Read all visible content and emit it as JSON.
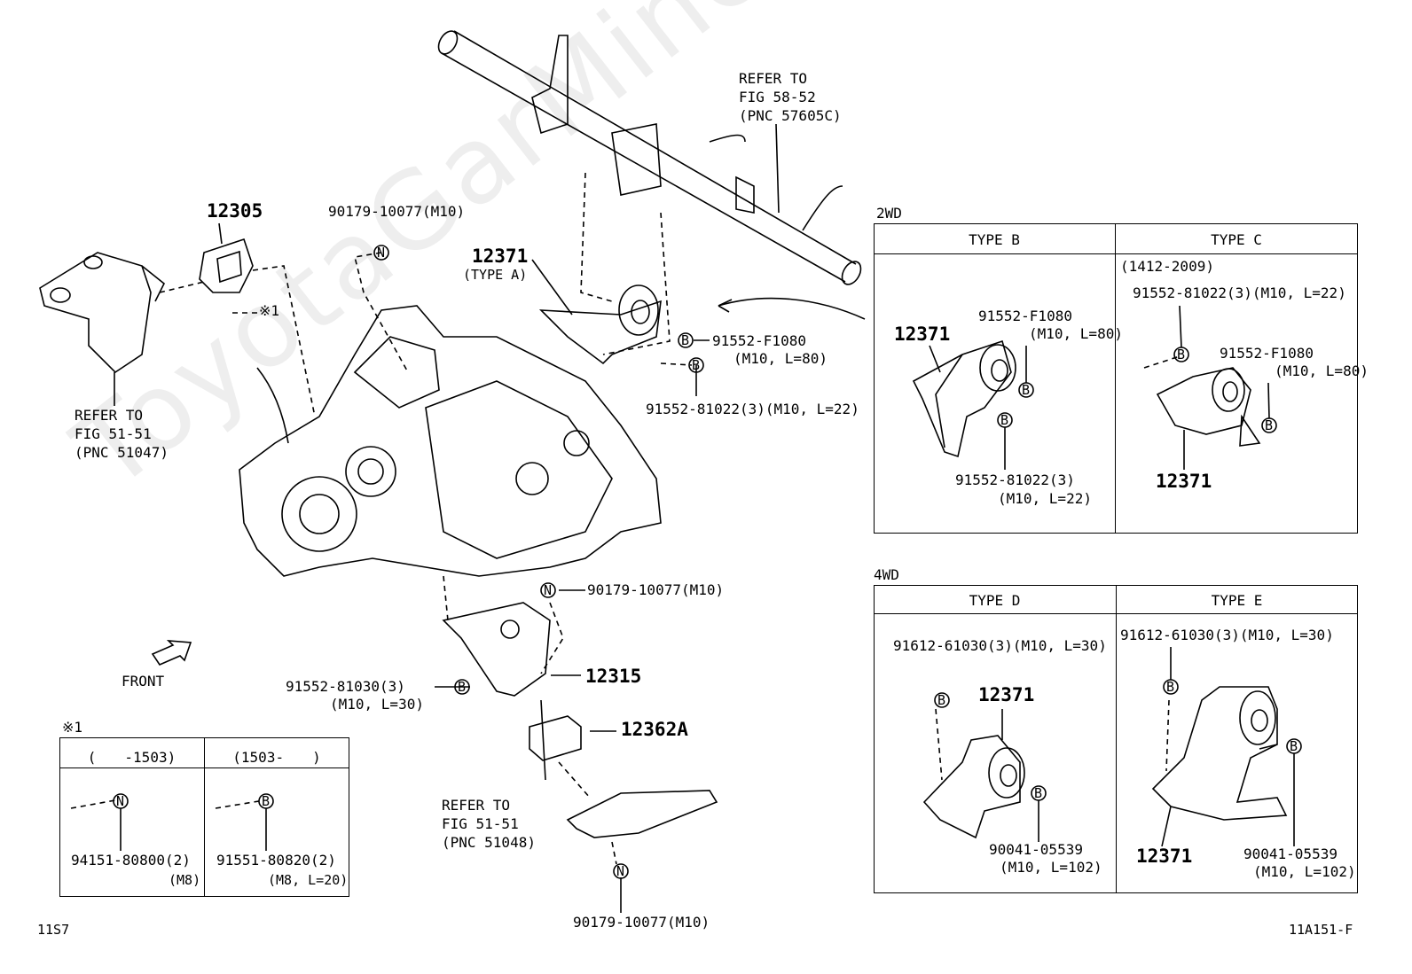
{
  "watermark": "ToyotaGarMine.ru",
  "labels": {
    "refer_58_52": [
      "REFER TO",
      "FIG 58-52",
      "(PNC 57605C)"
    ],
    "refer_51_51_left": [
      "REFER TO",
      "FIG 51-51",
      "(PNC 51047)"
    ],
    "refer_51_51_bottom": [
      "REFER TO",
      "FIG 51-51",
      "(PNC 51048)"
    ],
    "p12305": "12305",
    "p90179_top": "90179-10077(M10)",
    "p12371_main": "12371",
    "type_a": "(TYPE A)",
    "p91552_f1080_main": "91552-F1080",
    "p91552_f1080_main_spec": "(M10, L=80)",
    "p91552_81022_main": "91552-81022(3)(M10, L=22)",
    "note_mark": "※1",
    "p90179_mid": "90179-10077(M10)",
    "p91552_81030": "91552-81030(3)",
    "p91552_81030_spec": "(M10, L=30)",
    "p12315": "12315",
    "p12362a": "12362A",
    "p90179_bottom": "90179-10077(M10)",
    "front": "FRONT",
    "code_left": "11S7",
    "code_right": "11A151-F"
  },
  "note_table": {
    "title": "※1",
    "col1_header": "(　　-1503)",
    "col2_header": "(1503-　　)",
    "col1_part": "94151-80800(2)",
    "col1_spec": "(M8)",
    "col2_part": "91551-80820(2)",
    "col2_spec": "(M8, L=20)"
  },
  "table_2wd": {
    "title": "2WD",
    "type_b": {
      "header": "TYPE B",
      "part_12371": "12371",
      "bolt1": "91552-F1080",
      "bolt1_spec": "(M10, L=80)",
      "bolt2": "91552-81022(3)",
      "bolt2_spec": "(M10, L=22)"
    },
    "type_c": {
      "header": "TYPE C",
      "range": "(1412-2009)",
      "bolt1": "91552-81022(3)(M10, L=22)",
      "bolt2": "91552-F1080",
      "bolt2_spec": "(M10, L=80)",
      "part_12371": "12371"
    }
  },
  "table_4wd": {
    "title": "4WD",
    "type_d": {
      "header": "TYPE D",
      "bolt1": "91612-61030(3)(M10, L=30)",
      "part_12371": "12371",
      "bolt2": "90041-05539",
      "bolt2_spec": "(M10, L=102)"
    },
    "type_e": {
      "header": "TYPE E",
      "bolt1": "91612-61030(3)(M10, L=30)",
      "part_12371": "12371",
      "bolt2": "90041-05539",
      "bolt2_spec": "(M10, L=102)"
    }
  },
  "callout_letters": {
    "n": "N",
    "b": "B"
  }
}
